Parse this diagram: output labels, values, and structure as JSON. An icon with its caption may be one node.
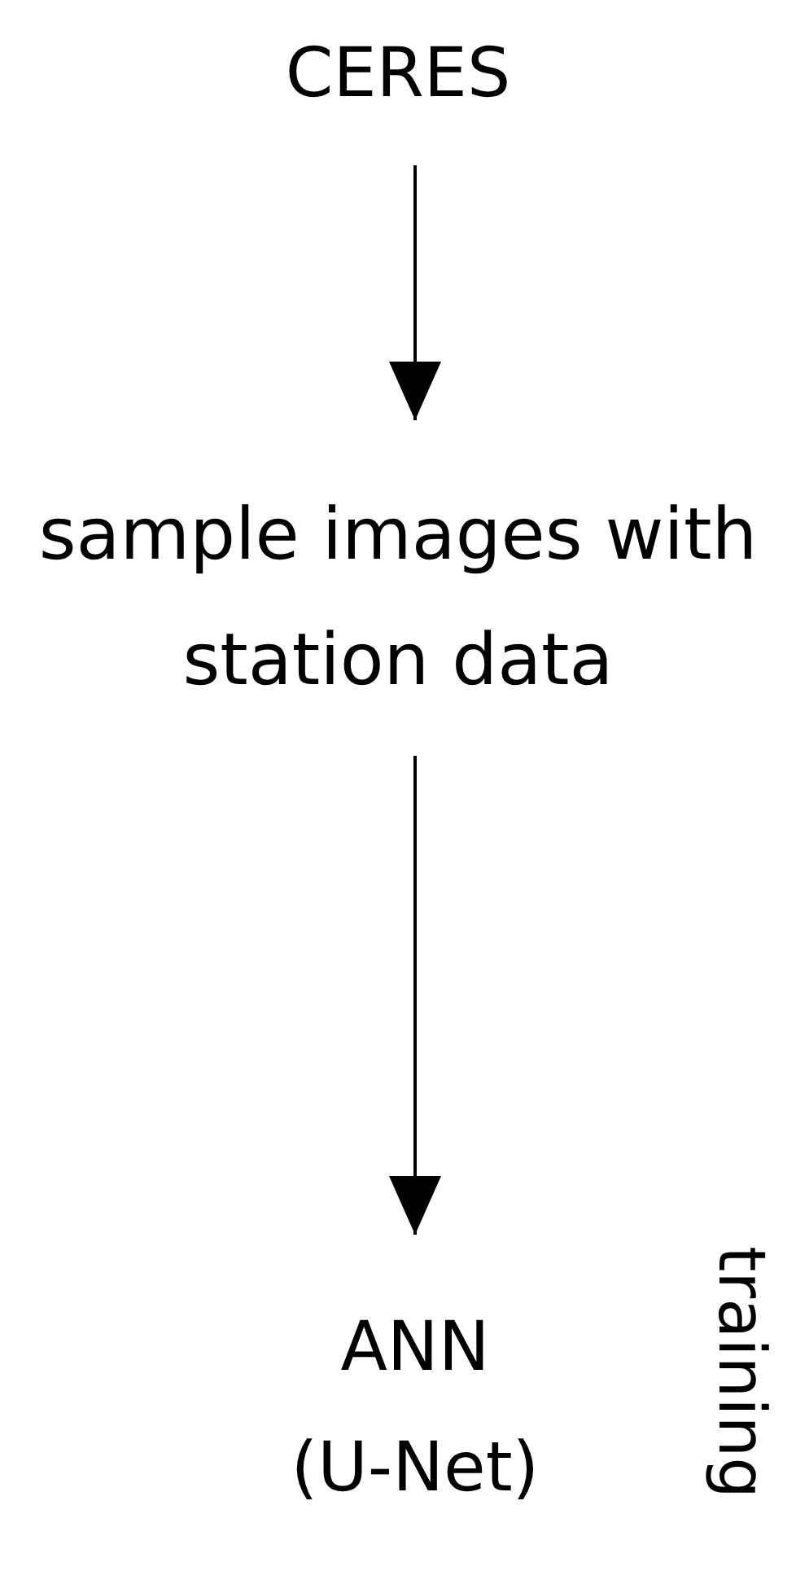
{
  "diagram": {
    "nodes": [
      {
        "text": [
          "CERES"
        ]
      },
      {
        "text": [
          "sample images with station data"
        ]
      },
      {
        "text": [
          "ANN (U-Net)"
        ]
      }
    ],
    "edges": [
      {
        "from": 0,
        "to": 1,
        "arrow": "to"
      },
      {
        "from": 1,
        "to": 2,
        "arrow": "to"
      }
    ],
    "labels": [
      "training"
    ]
  }
}
